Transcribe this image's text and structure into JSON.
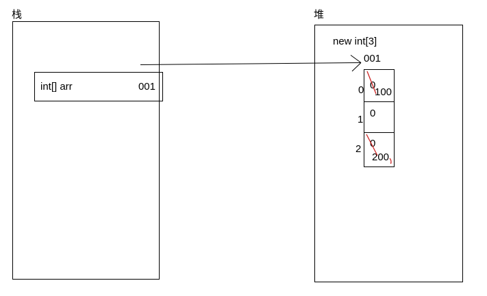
{
  "stack": {
    "label": "栈",
    "variable": {
      "name": "int[] arr",
      "value": "001"
    }
  },
  "heap": {
    "label": "堆",
    "allocation_label": "new int[3]",
    "address_label": "001",
    "array_cells": [
      {
        "index": "0",
        "original_value": "0",
        "current_value": "100",
        "original_crossed_out": true
      },
      {
        "index": "1",
        "original_value": "0",
        "current_value": "",
        "original_crossed_out": false
      },
      {
        "index": "2",
        "original_value": "0",
        "current_value": "200",
        "original_crossed_out": true
      }
    ]
  },
  "arrow": {
    "from": "001",
    "to": "001"
  },
  "colors": {
    "line": "#000000",
    "strikeout": "#cc2222",
    "text": "#000000"
  }
}
